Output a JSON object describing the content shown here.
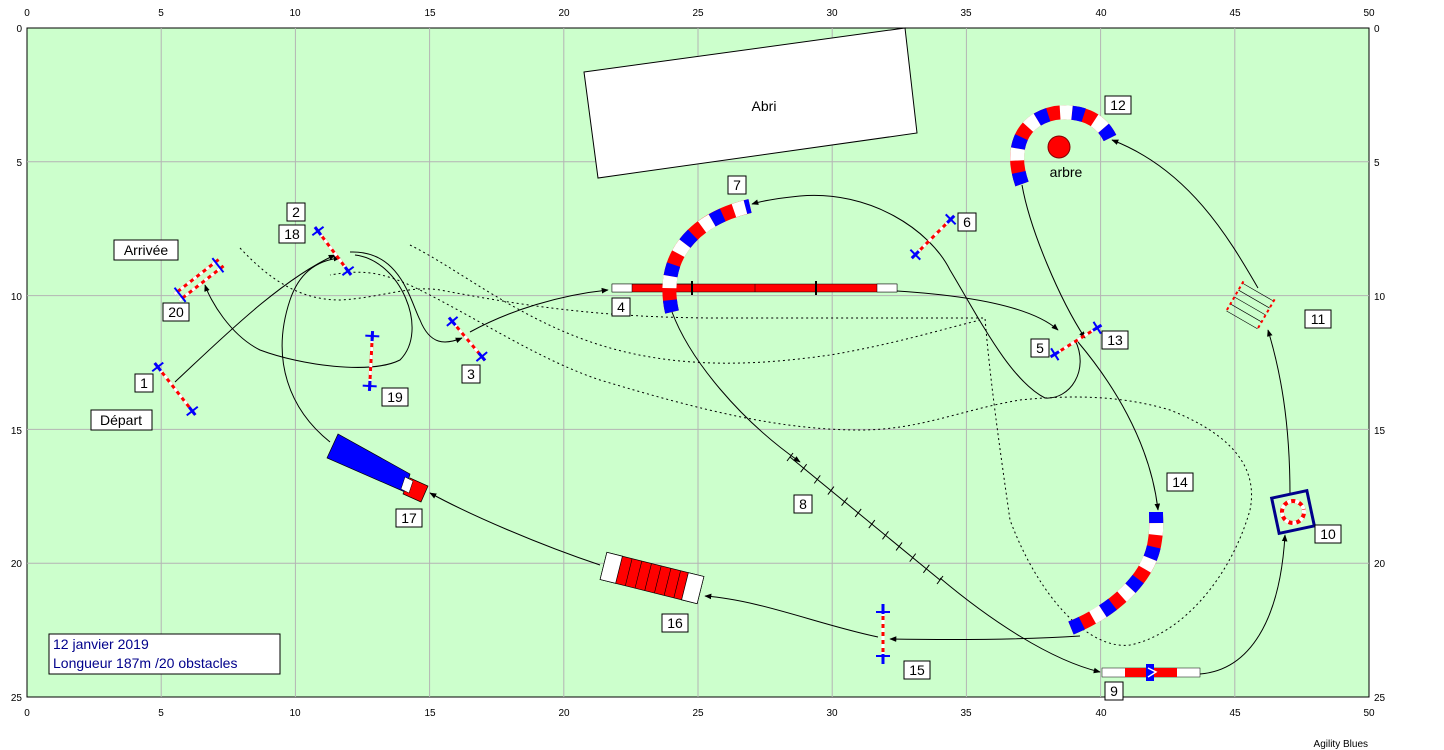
{
  "axes": {
    "x_ticks": [
      "0",
      "5",
      "10",
      "15",
      "20",
      "25",
      "30",
      "35",
      "40",
      "45",
      "50"
    ],
    "y_ticks": [
      "0",
      "5",
      "10",
      "15",
      "20",
      "25"
    ],
    "x_max": 50,
    "y_max": 25
  },
  "colors": {
    "field": "#ccffcc",
    "grid": "#b4b4b4",
    "red": "#ff0000",
    "blue": "#0000ff",
    "white": "#ffffff"
  },
  "labels": {
    "shelter": "Abri",
    "tree": "arbre",
    "start": "Départ",
    "finish": "Arrivée"
  },
  "obstacle_numbers": [
    "1",
    "2",
    "3",
    "4",
    "5",
    "6",
    "7",
    "8",
    "9",
    "10",
    "11",
    "12",
    "13",
    "14",
    "15",
    "16",
    "17",
    "18",
    "19",
    "20"
  ],
  "info": {
    "date": "12 janvier 2019",
    "length": "Longueur 187m /20 obstacles"
  },
  "brand": "Agility Blues"
}
